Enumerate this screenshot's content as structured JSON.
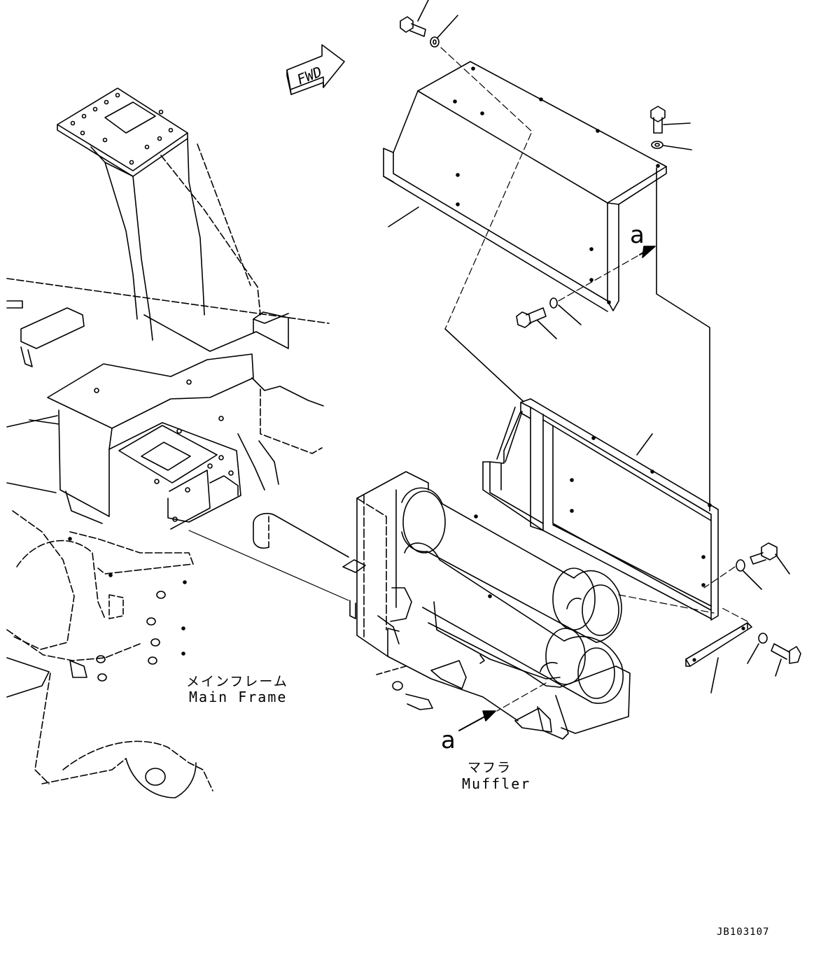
{
  "diagram": {
    "fwd_label": "FWD",
    "main_frame_label_jp": "メインフレーム",
    "main_frame_label_en": "Main Frame",
    "muffler_label_jp": "マフラ",
    "muffler_label_en": "Muffler",
    "view_marker_top": "a",
    "view_marker_bottom": "a",
    "drawing_code": "JB103107"
  }
}
